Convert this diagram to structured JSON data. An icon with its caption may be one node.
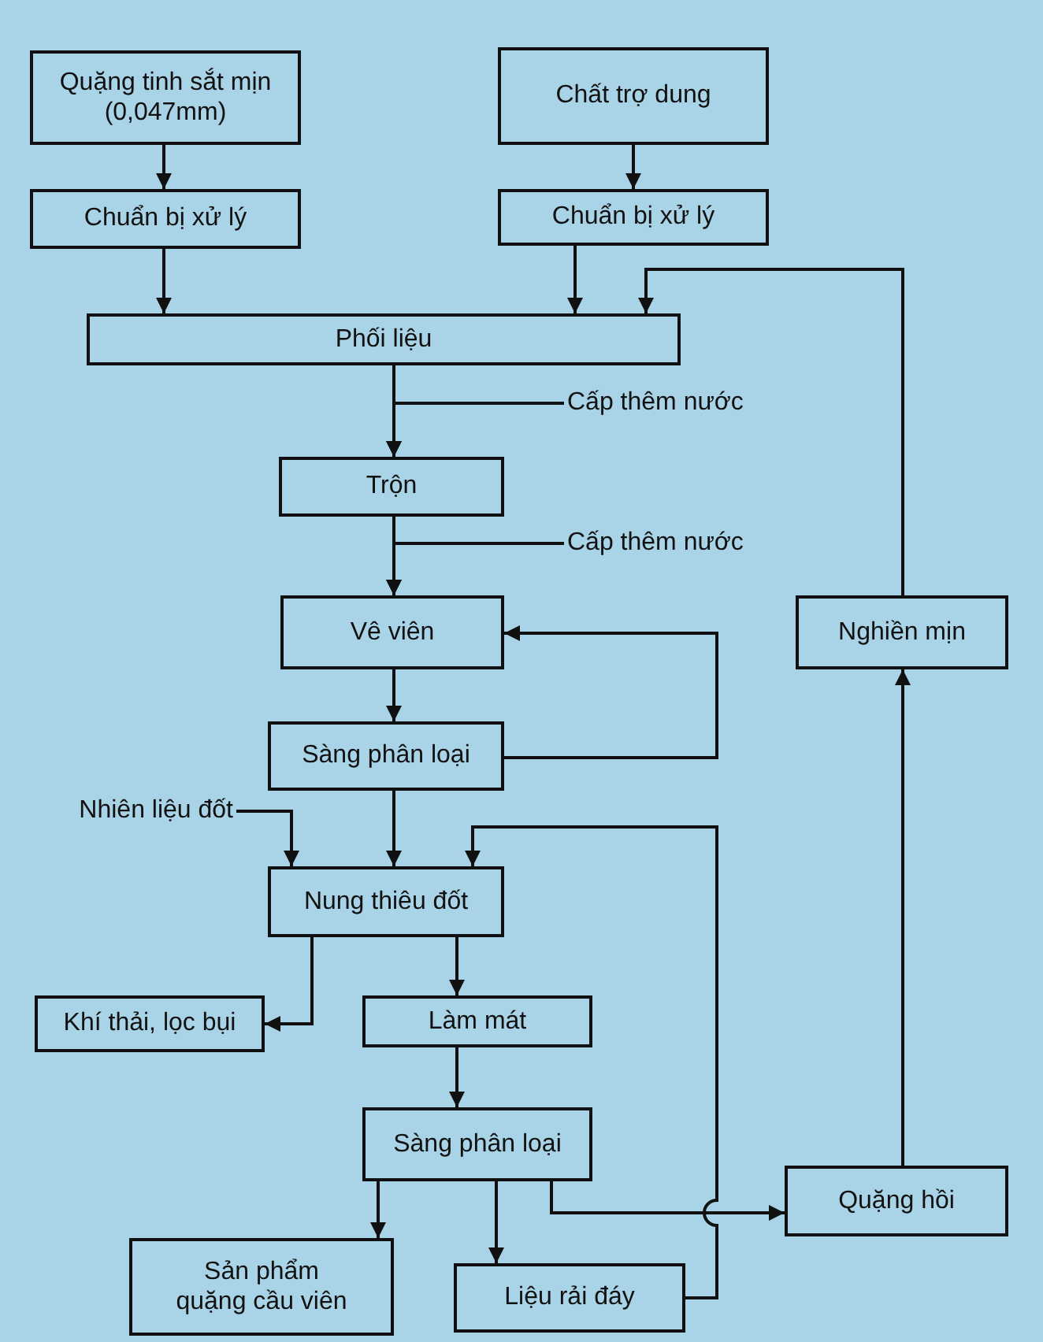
{
  "diagram": {
    "nodes": [
      {
        "text": [
          "Quặng tinh sắt mịn (0,047mm)"
        ]
      },
      {
        "text": [
          "Chuẩn bị xử lý"
        ]
      },
      {
        "text": [
          "Chất trợ dung"
        ]
      },
      {
        "text": [
          "Chuẩn bị xử lý"
        ]
      },
      {
        "text": [
          "Phối liệu"
        ]
      },
      {
        "text": [
          "Cấp thêm nước"
        ]
      },
      {
        "text": [
          "Trộn"
        ]
      },
      {
        "text": [
          "Cấp thêm nước"
        ]
      },
      {
        "text": [
          "Vê viên"
        ]
      },
      {
        "text": [
          "Sàng phân loại"
        ]
      },
      {
        "text": [
          "Nhiên liệu đốt"
        ]
      },
      {
        "text": [
          "Nung thiêu đốt"
        ]
      },
      {
        "text": [
          "Khí thải, lọc bụi"
        ]
      },
      {
        "text": [
          "Làm mát"
        ]
      },
      {
        "text": [
          "Sàng phân loại"
        ]
      },
      {
        "text": [
          "Sản phẩm quặng cầu viên"
        ]
      },
      {
        "text": [
          "Liệu rải đáy"
        ]
      },
      {
        "text": [
          "Quặng hồi"
        ]
      },
      {
        "text": [
          "Nghiền mịn"
        ]
      }
    ],
    "edges": [
      {
        "from": 0,
        "to": 1,
        "arrow": "to"
      },
      {
        "from": 2,
        "to": 3,
        "arrow": "to"
      },
      {
        "from": 1,
        "to": 4,
        "arrow": "to"
      },
      {
        "from": 3,
        "to": 4,
        "arrow": "to"
      },
      {
        "from": 4,
        "to": 6,
        "arrow": "to"
      },
      {
        "from": 5,
        "to": 6,
        "arrow": "to"
      },
      {
        "from": 6,
        "to": 8,
        "arrow": "to"
      },
      {
        "from": 7,
        "to": 8,
        "arrow": "to"
      },
      {
        "from": 8,
        "to": 9,
        "arrow": "to"
      },
      {
        "from": 9,
        "to": 8,
        "arrow": "to"
      },
      {
        "from": 9,
        "to": 11,
        "arrow": "to"
      },
      {
        "from": 10,
        "to": 11,
        "arrow": "to"
      },
      {
        "from": 16,
        "to": 11,
        "arrow": "to"
      },
      {
        "from": 11,
        "to": 12,
        "arrow": "to"
      },
      {
        "from": 11,
        "to": 13,
        "arrow": "to"
      },
      {
        "from": 13,
        "to": 14,
        "arrow": "to"
      },
      {
        "from": 14,
        "to": 15,
        "arrow": "to"
      },
      {
        "from": 14,
        "to": 16,
        "arrow": "to"
      },
      {
        "from": 14,
        "to": 17,
        "arrow": "to"
      },
      {
        "from": 17,
        "to": 18,
        "arrow": "to"
      },
      {
        "from": 18,
        "to": 4,
        "arrow": "to"
      }
    ]
  }
}
